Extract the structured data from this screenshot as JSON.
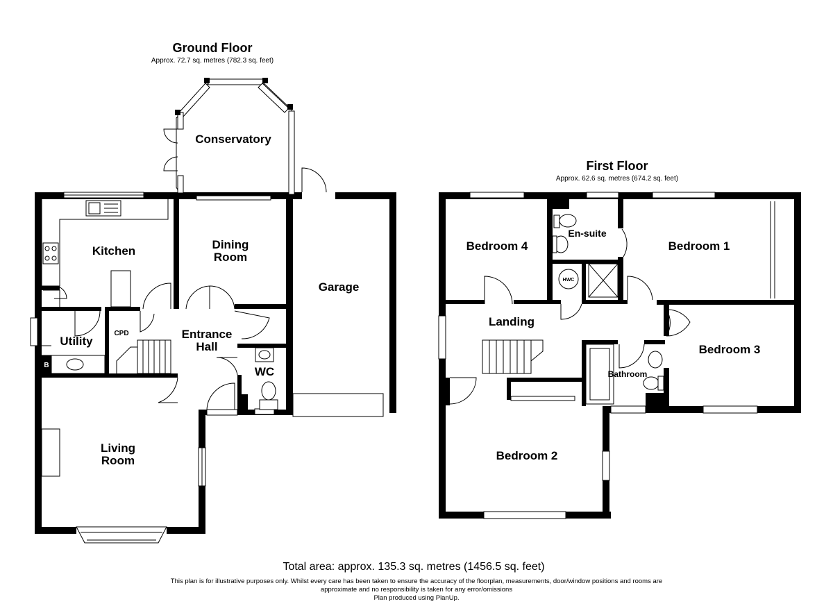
{
  "ground_floor": {
    "title": "Ground Floor",
    "area": "Approx. 72.7 sq. metres (782.3 sq. feet)",
    "rooms": {
      "conservatory": "Conservatory",
      "kitchen": "Kitchen",
      "dining_1": "Dining",
      "dining_2": "Room",
      "garage": "Garage",
      "utility": "Utility",
      "cpd": "CPD",
      "entrance_1": "Entrance",
      "entrance_2": "Hall",
      "wc": "WC",
      "living_1": "Living",
      "living_2": "Room",
      "boiler": "B"
    }
  },
  "first_floor": {
    "title": "First Floor",
    "area": "Approx. 62.6 sq. metres (674.2 sq. feet)",
    "rooms": {
      "bedroom4": "Bedroom 4",
      "ensuite": "En-suite",
      "bedroom1": "Bedroom 1",
      "hwc": "HWC",
      "landing": "Landing",
      "bedroom3": "Bedroom 3",
      "bathroom": "Bathroom",
      "bedroom2": "Bedroom 2"
    }
  },
  "footer": {
    "total": "Total area: approx. 135.3 sq. metres (1456.5 sq. feet)",
    "disclaimer_1": "This plan is for illustrative purposes only. Whilst every care has been taken to ensure the accuracy of the floorplan, measurements, door/window positions and rooms are",
    "disclaimer_2": "approximate and no responsibility is taken for any error/omissions",
    "disclaimer_3": "Plan produced using PlanUp."
  }
}
